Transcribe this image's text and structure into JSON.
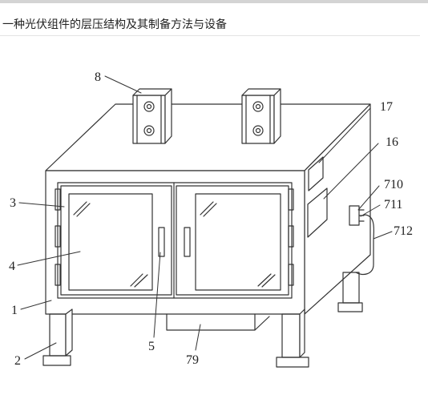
{
  "title": "一种光伏组件的层压结构及其制备方法与设备",
  "labels": {
    "l8": "8",
    "l17": "17",
    "l16": "16",
    "l710": "710",
    "l711": "711",
    "l712": "712",
    "l3": "3",
    "l4": "4",
    "l1": "1",
    "l2": "2",
    "l5": "5",
    "l79": "79"
  }
}
